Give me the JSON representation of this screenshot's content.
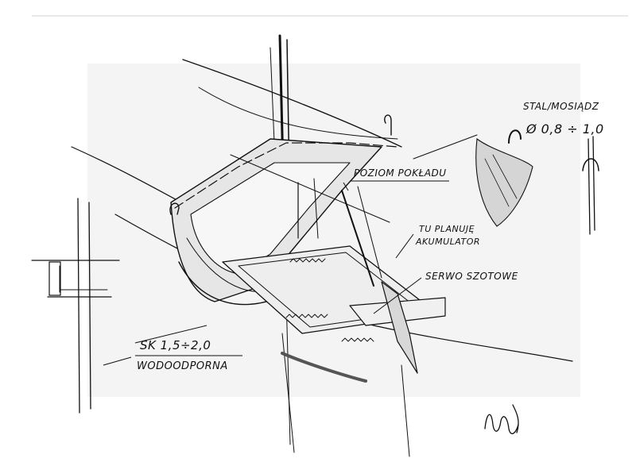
{
  "annotations": {
    "material": "STAL/MOSIĄDZ",
    "diameter": "Ø 0,8 ÷ 1,0",
    "deck_level": "POZIOM POKŁADU",
    "battery_line1": "TU PLANUJĘ",
    "battery_line2": "AKUMULATOR",
    "servo": "SERWO SZOTOWE",
    "plywood_thickness": "SK 1,5÷2,0",
    "plywood_type": "WODOODPORNA"
  },
  "colors": {
    "ink": "#111111",
    "paper": "#ffffff",
    "shade": "#e6e6e6"
  }
}
